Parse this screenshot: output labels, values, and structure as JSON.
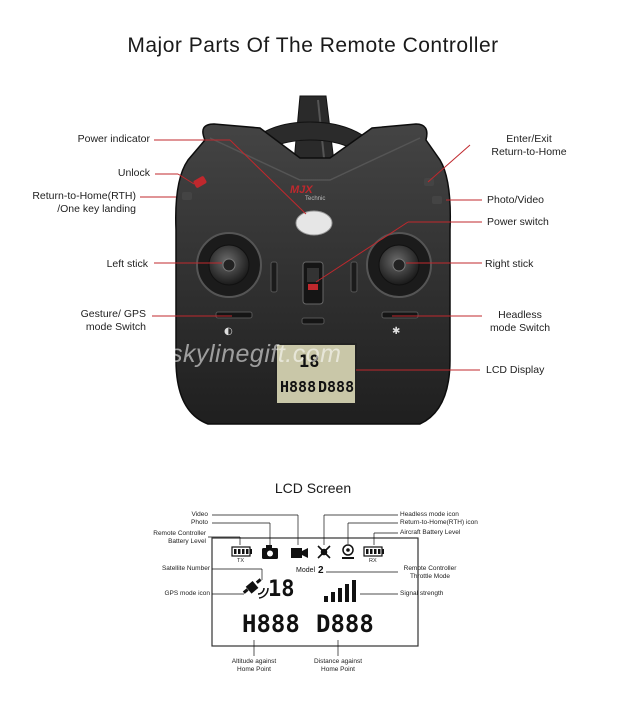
{
  "title": "Major Parts Of The Remote Controller",
  "lcd_title": "LCD Screen",
  "watermark": "skylinegift.com",
  "brand": "MJX",
  "brand_sub": "Technic",
  "controller_labels": {
    "power_indicator": "Power indicator",
    "unlock": "Unlock",
    "rth_line1": "Return-to-Home(RTH)",
    "rth_line2": "/One key landing",
    "left_stick": "Left stick",
    "gesture_line1": "Gesture/ GPS",
    "gesture_line2": "mode Switch",
    "enter_line1": "Enter/Exit",
    "enter_line2": "Return-to-Home",
    "photo_video": "Photo/Video",
    "power_switch": "Power switch",
    "right_stick": "Right stick",
    "headless_line1": "Headless",
    "headless_line2": "mode Switch",
    "lcd_display": "LCD Display"
  },
  "controller_lcd": {
    "sat": "18",
    "alt": "H888",
    "dist": "D888"
  },
  "lcd_labels": {
    "video": "Video",
    "photo": "Photo",
    "rc_batt_line1": "Remote Controller",
    "rc_batt_line2": "Battery Level",
    "satellite": "Satellite Number",
    "gps_icon": "GPS mode icon",
    "altitude_line1": "Altitude against",
    "altitude_line2": "Home Point",
    "distance_line1": "Distance against",
    "distance_line2": "Home Point",
    "headless_icon": "Headless mode icon",
    "rth_icon": "Return-to-Home(RTH) icon",
    "aircraft_batt": "Aircraft Battery Level",
    "throttle_line1": "Remote Controller",
    "throttle_line2": "Throttle Mode",
    "signal": "Signal strength"
  },
  "lcd_screen": {
    "tx": "TX",
    "rx": "RX",
    "model": "Model",
    "model_num": "2",
    "sat": "18",
    "alt": "H888",
    "dist": "D888"
  },
  "colors": {
    "leader": "#c0282d",
    "body": "#2e2e2e",
    "lcd_bg": "#c9c7a8"
  }
}
